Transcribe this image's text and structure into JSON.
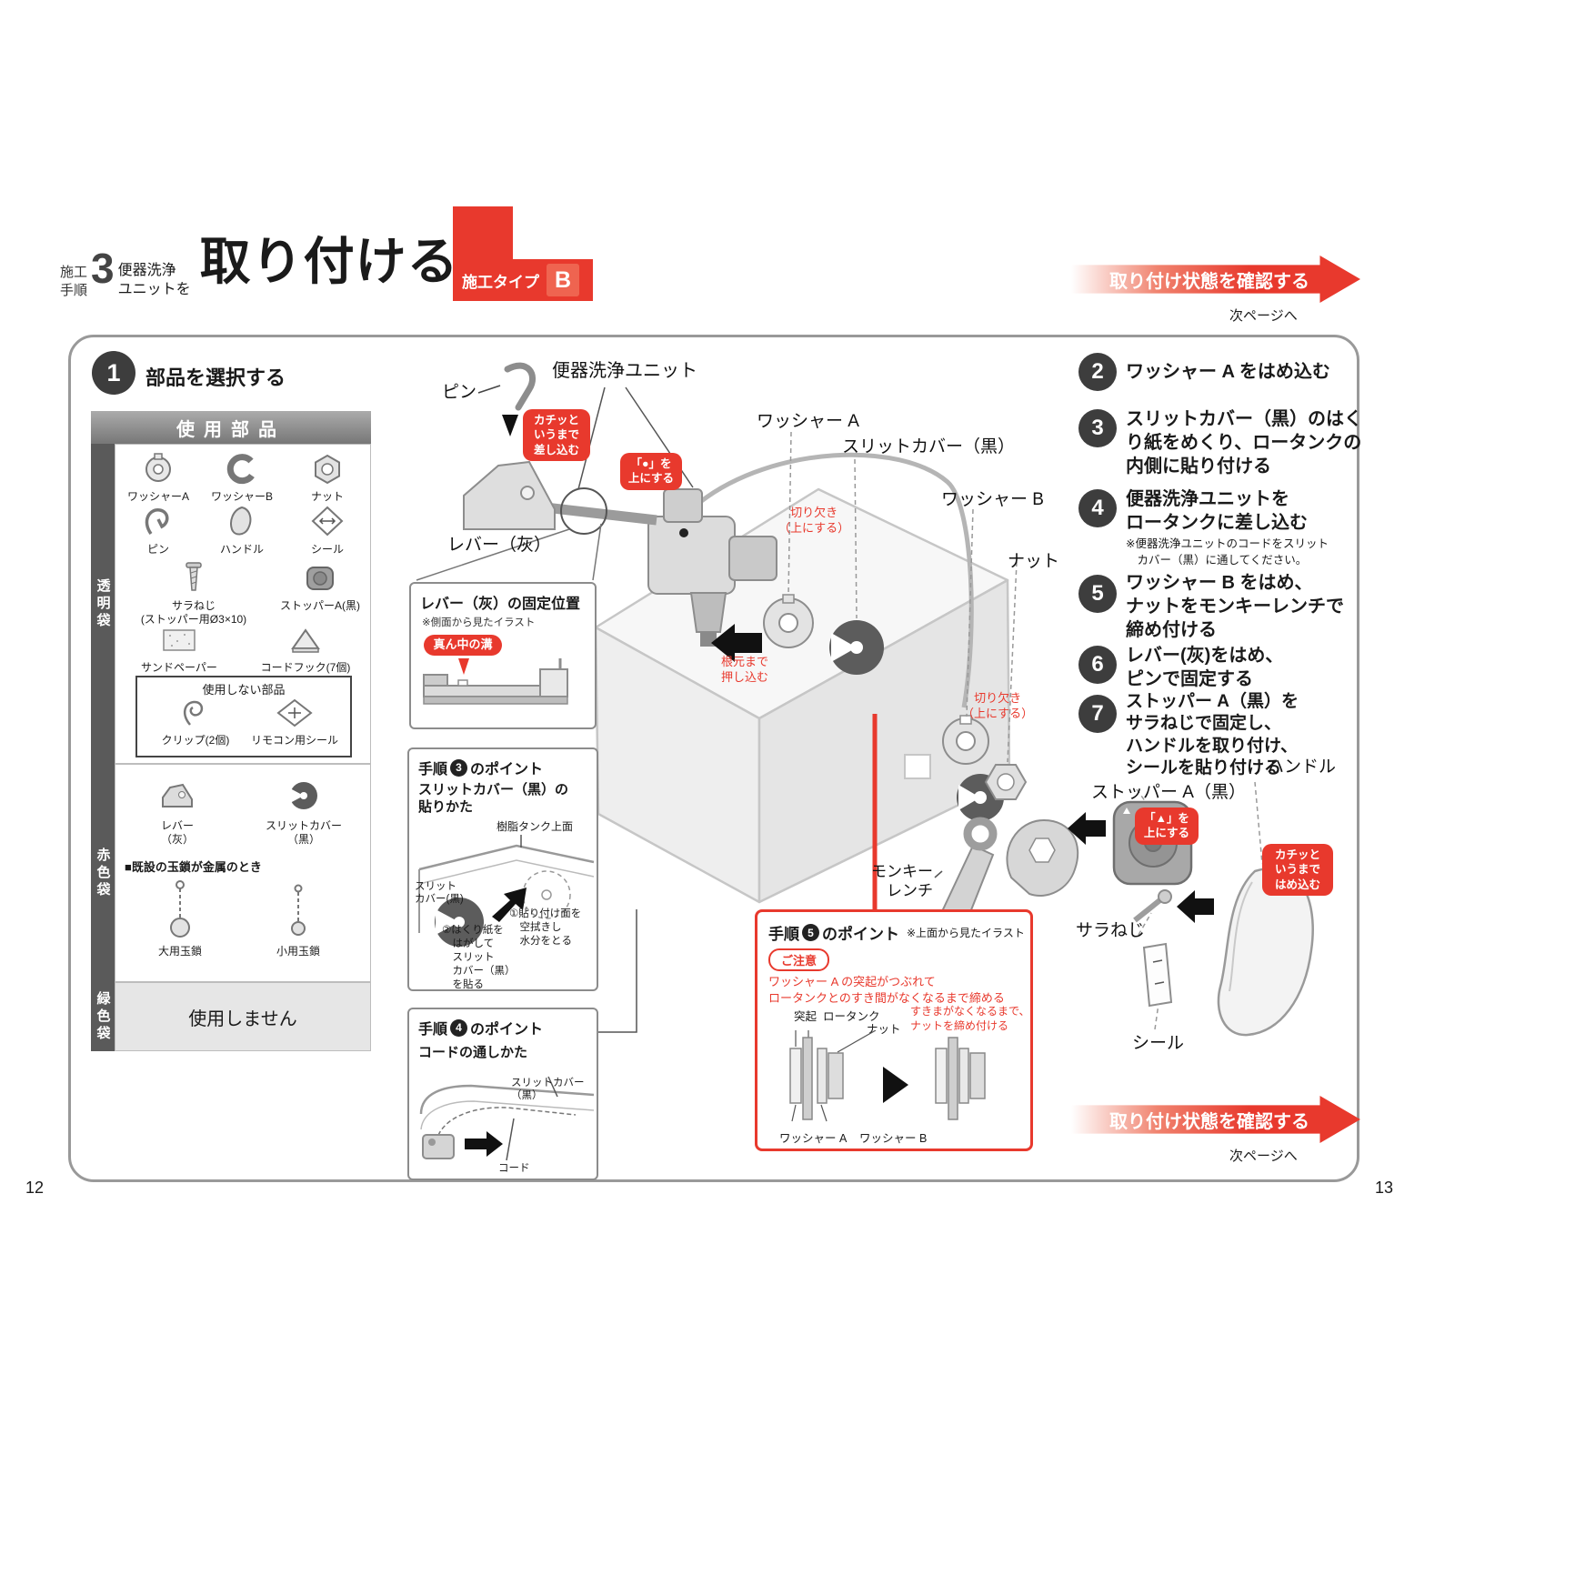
{
  "page": {
    "left_number": "12",
    "right_number": "13"
  },
  "header": {
    "step_label": "施工\n手順",
    "step_number": "3",
    "subject": "便器洗浄\nユニットを",
    "title": "取り付ける",
    "type_label": "施工タイプ",
    "type_value": "B"
  },
  "banner": {
    "text": "取り付け状態を確認する",
    "next": "次ページへ"
  },
  "step1": {
    "number": "1",
    "title": "部品を選択する"
  },
  "parts": {
    "header": "使用部品",
    "clear_bag": {
      "label": "透明袋",
      "washer_a": "ワッシャーA",
      "washer_b": "ワッシャーB",
      "nut": "ナット",
      "pin": "ピン",
      "handle": "ハンドル",
      "seal": "シール",
      "screw": "サラねじ\n(ストッパー用Ø3×10)",
      "stopper": "ストッパーA(黒)",
      "sandpaper": "サンドペーパー",
      "cord_hook": "コードフック(7個)",
      "unused_title": "使用しない部品",
      "clip": "クリップ(2個)",
      "remote_seal": "リモコン用シール"
    },
    "red_bag": {
      "label": "赤色袋",
      "lever": "レバー\n（灰）",
      "slit_cover": "スリットカバー\n（黒）",
      "note": "■既設の玉鎖が金属のとき",
      "chain_large": "大用玉鎖",
      "chain_small": "小用玉鎖"
    },
    "green_bag": {
      "label": "緑色袋",
      "text": "使用しません"
    }
  },
  "diagram": {
    "pin": "ピン",
    "unit": "便器洗浄ユニット",
    "washer_a": "ワッシャー A",
    "slit_cover": "スリットカバー（黒）",
    "washer_b": "ワッシャー B",
    "nut": "ナット",
    "lever": "レバー（灰）",
    "wrench": "モンキー\nレンチ",
    "stopper": "ストッパー A（黒）",
    "handle": "ハンドル",
    "screw": "サラねじ",
    "seal": "シール",
    "callout_click_insert": "カチッと\nいうまで\n差し込む",
    "callout_dot_up": "「●」を\n上にする",
    "callout_notch_up_1": "切り欠き\n（上にする）",
    "callout_push": "根元まで\n押し込む",
    "callout_notch_up_2": "切り欠き\n（上にする）",
    "callout_triangle_up": "「▲」を\n上にする",
    "callout_click_fit": "カチッと\nいうまで\nはめ込む"
  },
  "lever_box": {
    "title": "レバー（灰）の固定位置",
    "note": "※側面から見たイラスト",
    "callout": "真ん中の溝"
  },
  "point3": {
    "prefix": "手順",
    "number": "3",
    "suffix": "のポイント",
    "subtitle": "スリットカバー（黒）の\n貼りかた",
    "tank_top": "樹脂タンク上面",
    "slit": "スリット\nカバー(黒)",
    "step_a": "①貼り付け面を\n　空拭きし\n　水分をとる",
    "step_b": "②はくり紙を\n　はがして\n　スリット\n　カバー（黒）\n　を貼る"
  },
  "point4": {
    "prefix": "手順",
    "number": "4",
    "suffix": "のポイント",
    "subtitle": "コードの通しかた",
    "slit": "スリットカバー\n（黒）",
    "cord": "コード"
  },
  "point5": {
    "prefix": "手順",
    "number": "5",
    "suffix": "のポイント",
    "note": "※上面から見たイラスト",
    "caution_label": "ご注意",
    "caution": "ワッシャー A の突起がつぶれて\nロータンクとのすき間がなくなるまで締める",
    "protrusion": "突起",
    "tank": "ロータンク",
    "nut": "ナット",
    "tighten": "すきまがなくなるまで、\nナットを締め付ける",
    "washer_a": "ワッシャー A",
    "washer_b": "ワッシャー B"
  },
  "steps": [
    {
      "number": "2",
      "text": "ワッシャー A をはめ込む",
      "note": ""
    },
    {
      "number": "3",
      "text": "スリットカバー（黒）のはく\nり紙をめくり、ロータンクの\n内側に貼り付ける",
      "note": ""
    },
    {
      "number": "4",
      "text": "便器洗浄ユニットを\nロータンクに差し込む",
      "note": "※便器洗浄ユニットのコードをスリット\n　カバー（黒）に通してください。"
    },
    {
      "number": "5",
      "text": "ワッシャー B をはめ、\nナットをモンキーレンチで\n締め付ける",
      "note": ""
    },
    {
      "number": "6",
      "text": "レバー(灰)をはめ、\nピンで固定する",
      "note": ""
    },
    {
      "number": "7",
      "text": "ストッパー A（黒）を\nサラねじで固定し、\nハンドルを取り付け、\nシールを貼り付ける",
      "note": ""
    }
  ]
}
